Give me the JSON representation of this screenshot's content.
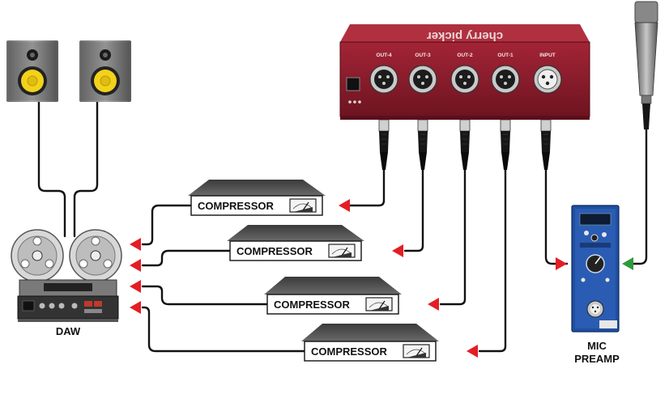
{
  "device": {
    "brand": "cherry picker",
    "outputs": [
      "OUT-4",
      "OUT-3",
      "OUT-2",
      "OUT-1"
    ],
    "input": "INPUT"
  },
  "compressors": [
    {
      "label": "COMPRESSOR"
    },
    {
      "label": "COMPRESSOR"
    },
    {
      "label": "COMPRESSOR"
    },
    {
      "label": "COMPRESSOR"
    }
  ],
  "labels": {
    "daw": "DAW",
    "preamp_line1": "MIC",
    "preamp_line2": "PREAMP"
  },
  "colors": {
    "arrow": "#e31e24",
    "mic_arrow": "#2e9a3c",
    "device_red": "#8c1c2c",
    "preamp_blue": "#1f4fa0",
    "cable": "#111111"
  },
  "icons": [
    "studio-monitor-icon",
    "reel-to-reel-icon",
    "microphone-icon",
    "vu-meter-icon",
    "xlr-connector-icon"
  ]
}
